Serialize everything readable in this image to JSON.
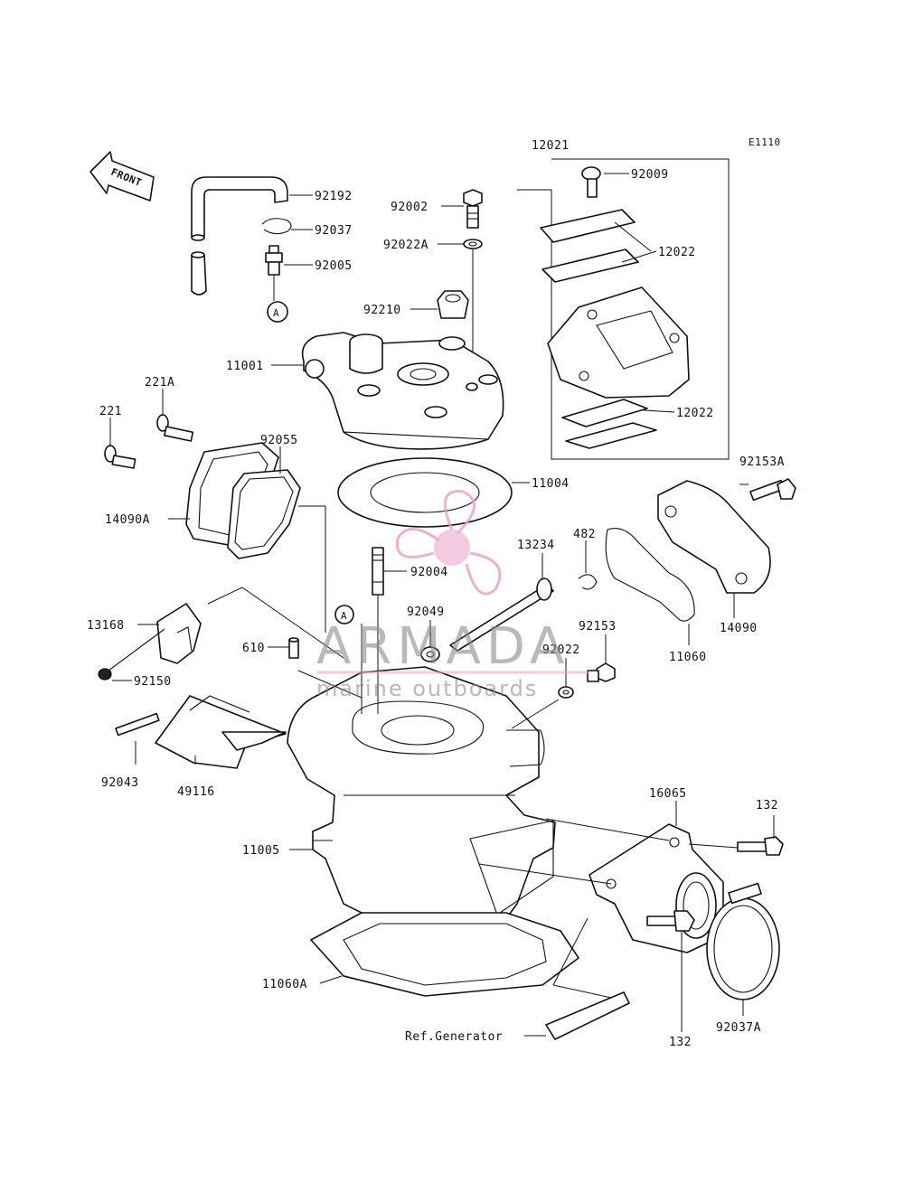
{
  "diagram_code": "E1110",
  "front_arrow": {
    "text": "FRONT",
    "icon": "front-arrow-icon"
  },
  "ref_marker": "A",
  "reed_valve_group": "12021",
  "watermark": {
    "brand": "ARMADA",
    "tagline": "marine outboards",
    "logo": "propeller-logo",
    "accent_color": "#e8a0c8"
  },
  "parts": {
    "p92192": "92192",
    "p92037": "92037",
    "p92005": "92005",
    "p92002": "92002",
    "p92022A": "92022A",
    "p92210": "92210",
    "p12021": "12021",
    "p92009": "92009",
    "p12022a": "12022",
    "p12022b": "12022",
    "p11001": "11001",
    "p221A": "221A",
    "p221": "221",
    "p92055": "92055",
    "p14090A": "14090A",
    "p11004": "11004",
    "p92153A": "92153A",
    "p92004": "92004",
    "p13234": "13234",
    "p482": "482",
    "p13168": "13168",
    "p92049": "92049",
    "p92153": "92153",
    "p610": "610",
    "p92022": "92022",
    "p92150": "92150",
    "p11060": "11060",
    "p14090": "14090",
    "p92043": "92043",
    "p49116": "49116",
    "p16065": "16065",
    "p132a": "132",
    "p11005": "11005",
    "p11060A": "11060A",
    "p92037A": "92037A",
    "p132b": "132",
    "ref_generator": "Ref.Generator"
  }
}
